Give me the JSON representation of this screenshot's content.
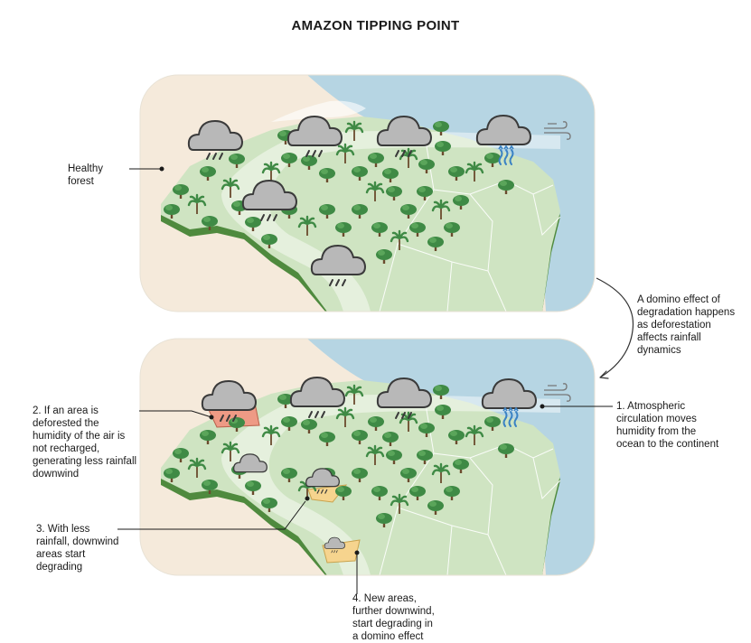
{
  "title": "AMAZON TIPPING POINT",
  "labels": {
    "healthy_forest": "Healthy forest",
    "domino_effect": "A domino effect of degradation happens as deforestation affects rainfall dynamics",
    "step1": "1. Atmospheric circulation moves humidity from the ocean to the continent",
    "step2": "2. If an area is deforested the humidity of the air is not recharged, generating less rainfall downwind",
    "step3": "3. With less rainfall, downwind areas start degrading",
    "step4": "4. New areas, further downwind, start degrading in a domino effect"
  },
  "colors": {
    "ocean": "#b6d5e3",
    "land": "#f5eadb",
    "forest": "#cfe4c2",
    "forest_edge": "#4f8a3e",
    "tree": "#3f8a45",
    "cloud": "#b3b3b3",
    "deforested": "#ee9a85",
    "degrading": "#f6d48e",
    "wind": "#3a82c4"
  }
}
